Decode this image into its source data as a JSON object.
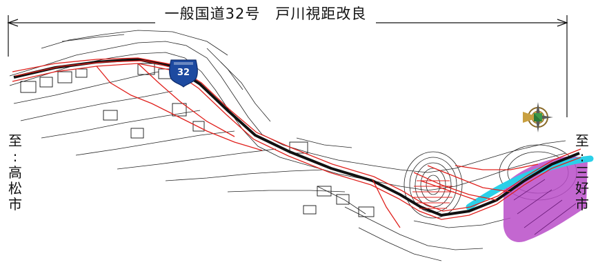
{
  "title": "一般国道32号　戸川視距改良",
  "labels": {
    "left_prefix": "至",
    "left_colon": ":",
    "left_city": [
      "高",
      "松",
      "市"
    ],
    "right_prefix": "至",
    "right_colon": ":",
    "right_city": [
      "三",
      "好",
      "市"
    ]
  },
  "route_shield": {
    "number": "32",
    "color": "#1d4aa0"
  },
  "icons": [
    "route-shield-icon",
    "compass-rose-icon"
  ],
  "colors": {
    "plan_red": "#e0201c",
    "river_cyan": "#2ad0e8",
    "slope_magenta": "#b84cc8",
    "linework": "#111111"
  }
}
